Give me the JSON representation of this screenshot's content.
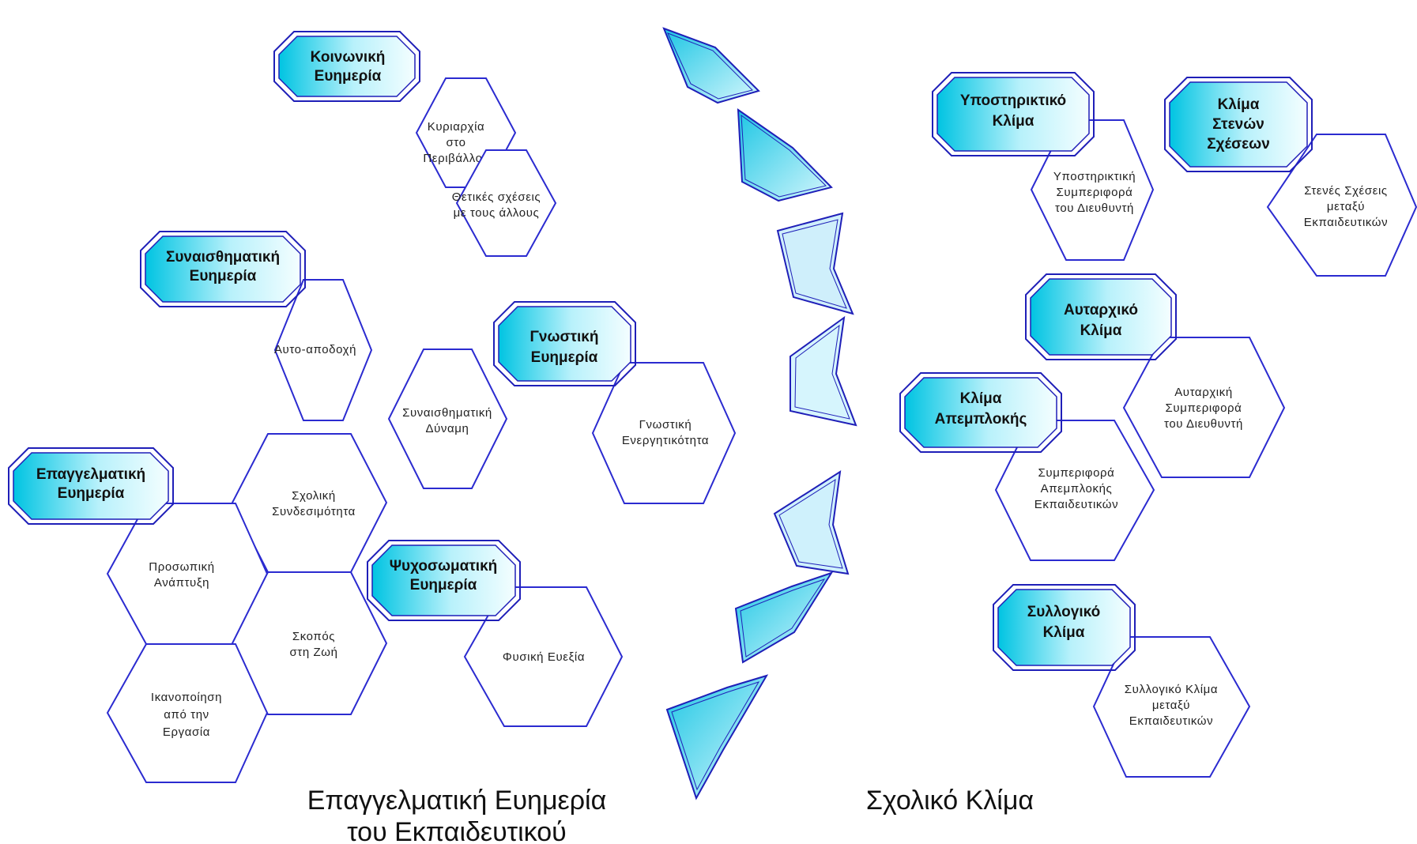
{
  "wellbeing": {
    "title_line1": "Επαγγελματική Ευημερία",
    "title_line2": "του Εκπαιδευτικού",
    "dimensions": [
      {
        "name": [
          "Κοινωνική",
          "Ευημερία"
        ],
        "items": [
          [
            "Κυριαρχία",
            "στο",
            "Περιβάλλον"
          ],
          [
            "Θετικές σχέσεις",
            "με τους άλλους"
          ]
        ]
      },
      {
        "name": [
          "Συναισθηματική",
          "Ευημερία"
        ],
        "items": [
          [
            "Αυτο-αποδοχή"
          ],
          [
            "Συναισθηματική",
            "Δύναμη"
          ]
        ]
      },
      {
        "name": [
          "Γνωστική",
          "Ευημερία"
        ],
        "items": [
          [
            "Γνωστική",
            "Ενεργητικότητα"
          ]
        ]
      },
      {
        "name": [
          "Επαγγελματική",
          "Ευημερία"
        ],
        "items": [
          [
            "Σχολική",
            "Συνδεσιμότητα"
          ],
          [
            "Προσωπική",
            "Ανάπτυξη"
          ],
          [
            "Σκοπός",
            "στη Ζωή"
          ],
          [
            "Ικανοποίηση",
            "από την",
            "Εργασία"
          ]
        ]
      },
      {
        "name": [
          "Ψυχοσωματική",
          "Ευημερία"
        ],
        "items": [
          [
            "Φυσική Ευεξία"
          ]
        ]
      }
    ]
  },
  "climate": {
    "title": "Σχολικό Κλίμα",
    "dimensions": [
      {
        "name": [
          "Υποστηρικτικό",
          "Κλίμα"
        ],
        "items": [
          [
            "Υποστηρικτική",
            "Συμπεριφορά",
            "του Διευθυντή"
          ]
        ]
      },
      {
        "name": [
          "Κλίμα",
          "Στενών",
          "Σχέσεων"
        ],
        "items": [
          [
            "Στενές Σχέσεις",
            "μεταξύ",
            "Εκπαιδευτικών"
          ]
        ]
      },
      {
        "name": [
          "Αυταρχικό",
          "Κλίμα"
        ],
        "items": [
          [
            "Αυταρχική",
            "Συμπεριφορά",
            "του Διευθυντή"
          ]
        ]
      },
      {
        "name": [
          "Κλίμα",
          "Απεμπλοκής"
        ],
        "items": [
          [
            "Συμπεριφορά",
            "Απεμπλοκής",
            "Εκπαιδευτικών"
          ]
        ]
      },
      {
        "name": [
          "Συλλογικό",
          "Κλίμα"
        ],
        "items": [
          [
            "Συλλογικό Κλίμα",
            "μεταξύ",
            "Εκπαιδευτικών"
          ]
        ]
      }
    ]
  },
  "connectors": {
    "count": 7
  },
  "colors": {
    "hex_stroke": "#2b2bd0",
    "octagon_stroke": "#1f1fb8",
    "octagon_fill_dark": "#00c8e6",
    "octagon_fill_light": "#e9fbff",
    "connector_fill": "#3fd0ea",
    "connector_stroke": "#1f1fb8"
  }
}
